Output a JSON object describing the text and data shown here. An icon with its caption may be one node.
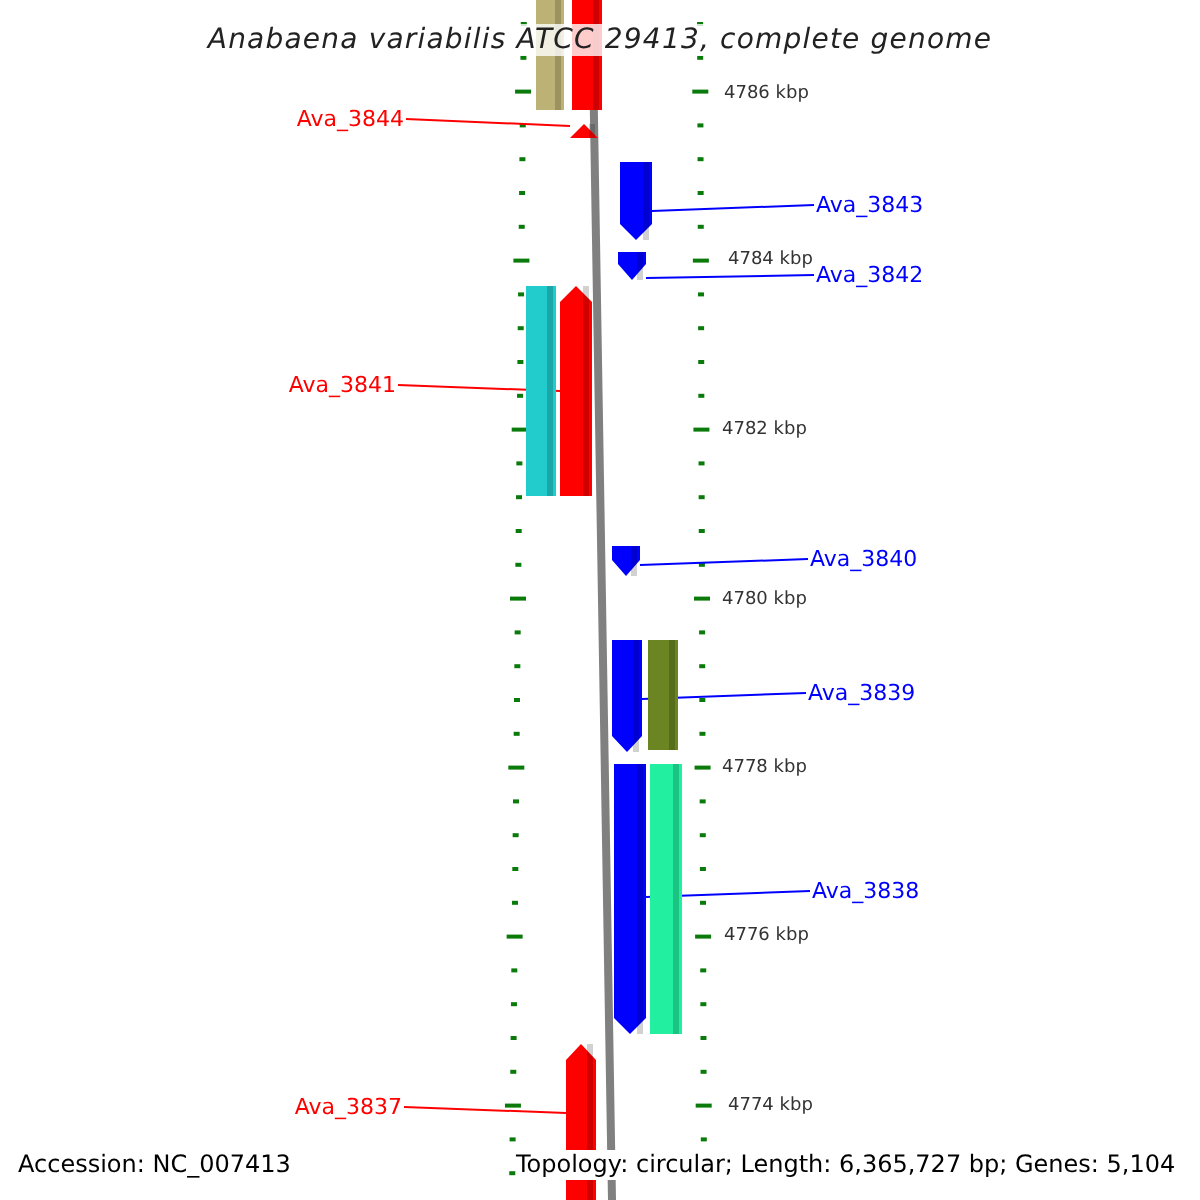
{
  "diagram": {
    "title": "Anabaena variabilis ATCC 29413, complete genome",
    "nodes": [
      {
        "text": [],
        "shape": "bar"
      },
      {
        "text": [],
        "shape": "bar"
      },
      {
        "text": [
          "Ava_3844"
        ]
      },
      {
        "text": [],
        "shape": "arrow"
      },
      {
        "text": [],
        "shape": "arrow"
      },
      {
        "text": [
          "Ava_3843"
        ]
      },
      {
        "text": [],
        "shape": "arrow"
      },
      {
        "text": [
          "Ava_3842"
        ]
      },
      {
        "text": [],
        "shape": "bar"
      },
      {
        "text": [],
        "shape": "arrow"
      },
      {
        "text": [
          "Ava_3841"
        ]
      },
      {
        "text": [],
        "shape": "arrow"
      },
      {
        "text": [
          "Ava_3840"
        ]
      },
      {
        "text": [],
        "shape": "arrow"
      },
      {
        "text": [],
        "shape": "bar"
      },
      {
        "text": [
          "Ava_3839"
        ]
      },
      {
        "text": [],
        "shape": "arrow"
      },
      {
        "text": [],
        "shape": "bar"
      },
      {
        "text": [
          "Ava_3838"
        ]
      },
      {
        "text": [],
        "shape": "arrow"
      },
      {
        "text": [
          "Ava_3837"
        ]
      }
    ],
    "edges": [
      {
        "from": 2,
        "to": 3,
        "arrow": "none",
        "color": "#ff0000"
      },
      {
        "from": 5,
        "to": 4,
        "arrow": "none"
      },
      {
        "from": 7,
        "to": 6,
        "arrow": "none"
      },
      {
        "from": 10,
        "to": 9,
        "arrow": "none",
        "color": "#ff0000"
      },
      {
        "from": 12,
        "to": 11,
        "arrow": "none"
      },
      {
        "from": 15,
        "to": 13,
        "arrow": "none"
      },
      {
        "from": 18,
        "to": 16,
        "arrow": "none"
      },
      {
        "from": 20,
        "to": 19,
        "arrow": "none",
        "color": "#ff0000"
      }
    ],
    "labels": [
      "4786 kbp",
      "4784 kbp",
      "4782 kbp",
      "4780 kbp",
      "4778 kbp",
      "4776 kbp",
      "4774 kbp",
      "Accession: NC_007413",
      "Topology: circular; Length: 6,365,727 bp; Genes: 5,104"
    ]
  }
}
